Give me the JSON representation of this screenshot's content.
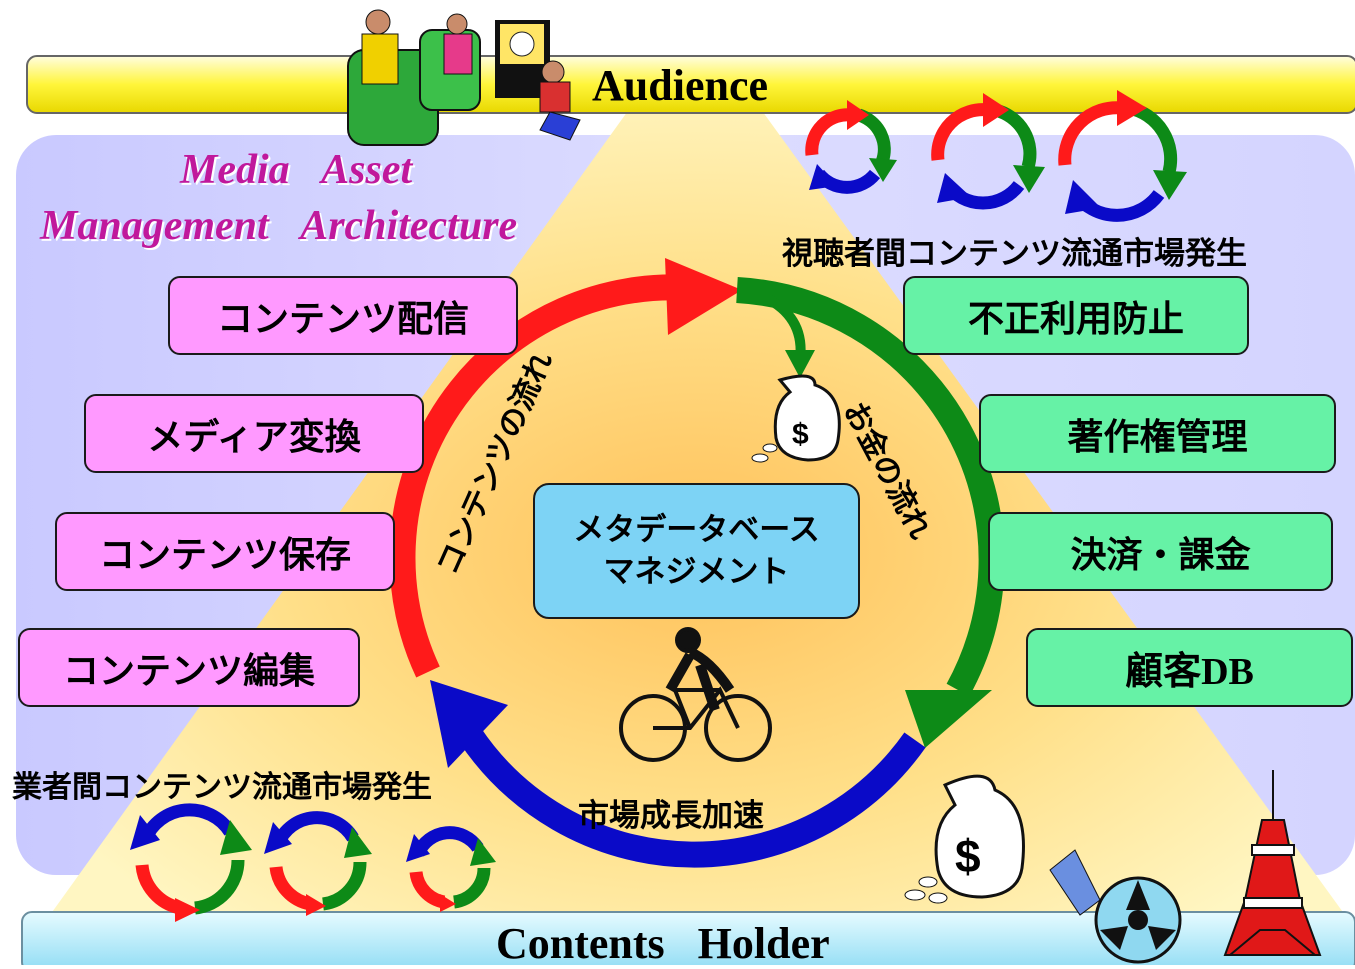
{
  "audience_label": "Audience",
  "holder_label": "Contents   Holder",
  "title": {
    "line1": "Media   Asset",
    "line2": "Management   Architecture"
  },
  "left_functions": [
    "コンテンツ配信",
    "メディア変換",
    "コンテンツ保存",
    "コンテンツ編集"
  ],
  "right_functions": [
    "不正利用防止",
    "著作権管理",
    "決済・課金",
    "顧客DB"
  ],
  "center": {
    "line1": "メタデータベース",
    "line2": "マネジメント"
  },
  "flows": {
    "content_flow": "コンテンツの流れ",
    "money_flow": "お金の流れ",
    "market_growth": "市場成長加速"
  },
  "markets": {
    "viewer_market": "視聴者間コンテンツ流通市場発生",
    "business_market": "業者間コンテンツ流通市場発生"
  },
  "icons": [
    "family-tv-icon",
    "money-bag-icon",
    "cyclist-icon",
    "film-reel-icon",
    "tokyo-tower-icon",
    "cycle-arrows-icon"
  ],
  "colors": {
    "red_arrow": "#ff1a1a",
    "green_arrow": "#0d8a17",
    "blue_arrow": "#0a0ac8",
    "pink_box": "#ff99ff",
    "green_box": "#66f2a6",
    "center_box": "#7dd3f5"
  }
}
